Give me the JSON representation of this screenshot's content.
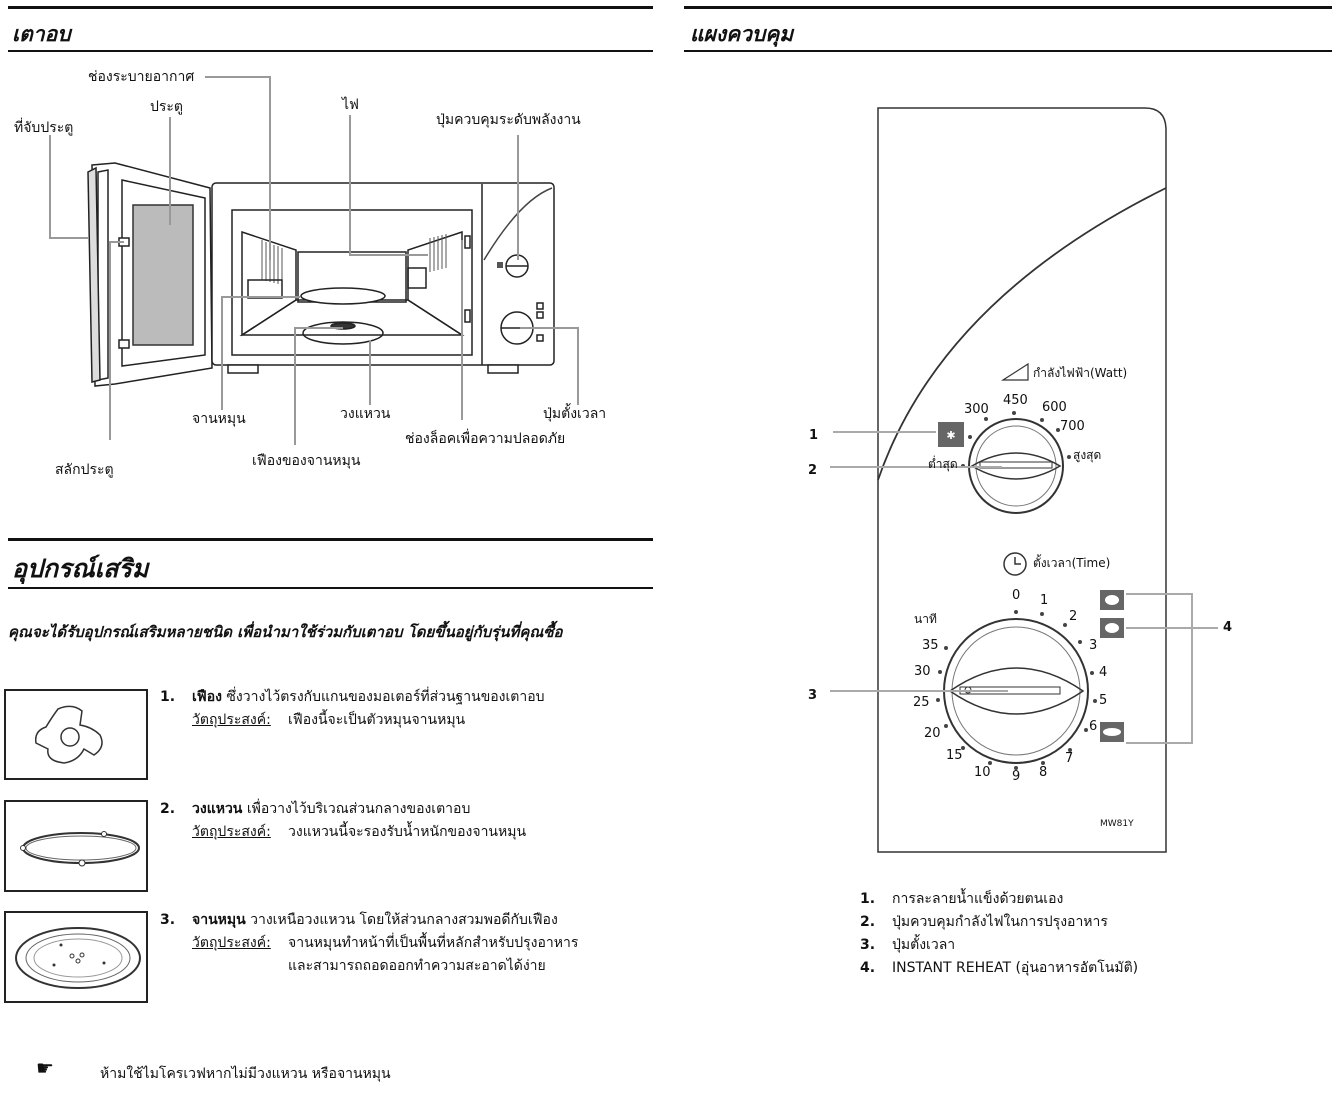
{
  "left": {
    "oven_title": "เตาอบ",
    "oven_labels": {
      "vent": "ช่องระบายอากาศ",
      "door": "ประตู",
      "handle": "ที่จับประตู",
      "light": "ไฟ",
      "power_knob": "ปุ่มควบคุมระดับพลังงาน",
      "turntable": "จานหมุน",
      "roller_ring": "วงแหวน",
      "timer_knob": "ปุ่มตั้งเวลา",
      "safety_lock": "ช่องล็อคเพื่อความปลอดภัย",
      "latches": "สลักประตู",
      "coupler": "เฟืองของจานหมุน"
    },
    "accessories_title": "อุปกรณ์เสริม",
    "accessories_intro": "คุณจะได้รับอุปกรณ์เสริมหลายชนิด เพื่อนำมาใช้ร่วมกับเตาอบ โดยขึ้นอยู่กับรุ่นที่คุณซื้อ",
    "purpose_label": "วัตถุประสงค์:",
    "items": [
      {
        "num": "1.",
        "name": "เฟือง",
        "desc": " ซึ่งวางไว้ตรงกับแกนของมอเตอร์ที่ส่วนฐานของเตาอบ",
        "purpose": "เฟืองนี้จะเป็นตัวหมุนจานหมุน",
        "purpose2": ""
      },
      {
        "num": "2.",
        "name": "วงแหวน",
        "desc": " เพื่อวางไว้บริเวณส่วนกลางของเตาอบ",
        "purpose": "วงแหวนนี้จะรองรับน้ำหนักของจานหมุน",
        "purpose2": ""
      },
      {
        "num": "3.",
        "name": "จานหมุน",
        "desc": " วางเหนือวงแหวน โดยให้ส่วนกลางสวมพอดีกับเฟือง",
        "purpose": "จานหมุนทำหน้าที่เป็นพื้นที่หลักสำหรับปรุงอาหาร",
        "purpose2": "และสามารถถอดออกทำความสะอาดได้ง่าย"
      }
    ],
    "warning": "ห้ามใช้ไมโครเวฟหากไม่มีวงแหวน หรือจานหมุน"
  },
  "right": {
    "panel_title": "แผงควบคุม",
    "power_label": "กำลังไฟฟ้า(Watt)",
    "power_values": [
      "300",
      "450",
      "600",
      "700"
    ],
    "power_low": "ต่ำสุด",
    "power_high": "สูงสุด",
    "timer_label": "ตั้งเวลา(Time)",
    "timer_unit": "นาที",
    "timer_numbers": [
      "0",
      "1",
      "2",
      "3",
      "4",
      "5",
      "6",
      "7",
      "8",
      "9",
      "10",
      "15",
      "20",
      "25",
      "30",
      "35"
    ],
    "callouts": [
      "1",
      "2",
      "3",
      "4"
    ],
    "model": "MW81Y",
    "list": [
      {
        "num": "1.",
        "text": "การละลายน้ำแข็งด้วยตนเอง"
      },
      {
        "num": "2.",
        "text": "ปุ่มควบคุมกำลังไฟในการปรุงอาหาร"
      },
      {
        "num": "3.",
        "text": "ปุ่มตั้งเวลา"
      },
      {
        "num": "4.",
        "text": "INSTANT REHEAT (อุ่นอาหารอัตโนมัติ)"
      }
    ]
  }
}
